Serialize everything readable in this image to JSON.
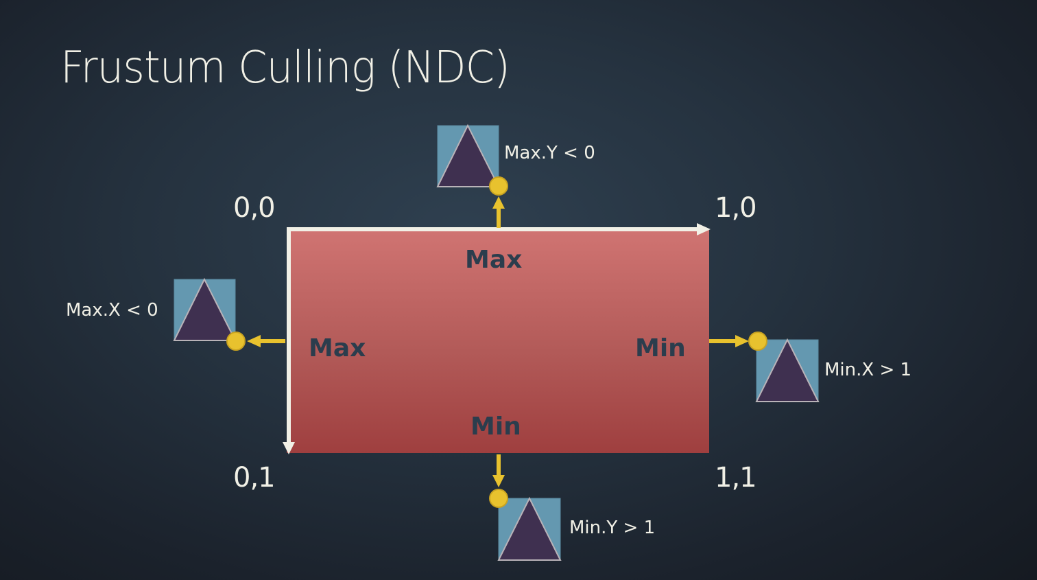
{
  "slide": {
    "title": "Frustum Culling (NDC)"
  },
  "corners": {
    "top_left": "0,0",
    "top_right": "1,0",
    "bottom_left": "0,1",
    "bottom_right": "1,1"
  },
  "rect_labels": {
    "top": "Max",
    "left": "Max",
    "right": "Min",
    "bottom": "Min"
  },
  "conditions": {
    "top": "Max.Y < 0",
    "left": "Max.X < 0",
    "right": "Min.X > 1",
    "bottom": "Min.Y > 1"
  },
  "colors": {
    "rect_top": "#d07472",
    "rect_bottom": "#9f3f3f",
    "box_fill": "#6498b0",
    "triangle_fill": "#3f3050",
    "point_fill": "#e8c22e",
    "arrow_yellow": "#e8c22e",
    "axis_white": "#f1f0e6"
  }
}
